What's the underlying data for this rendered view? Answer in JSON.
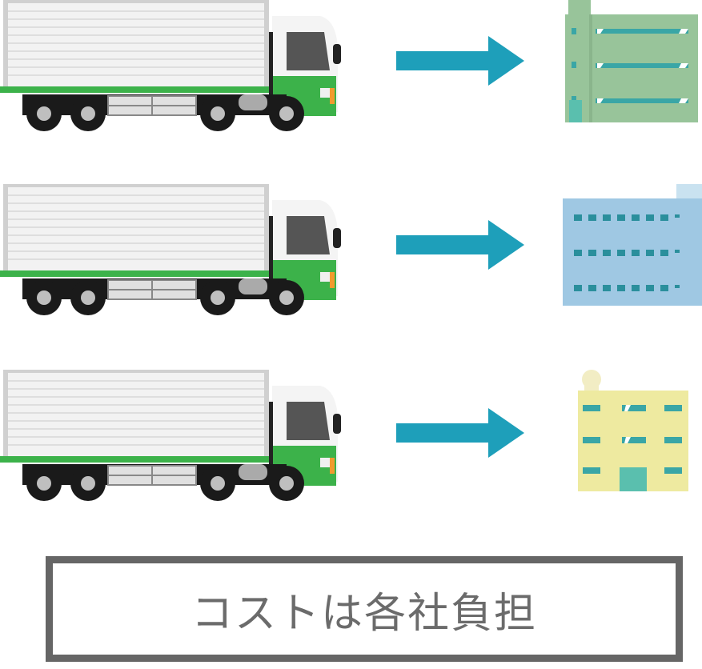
{
  "caption": {
    "text": "コストは各社負担"
  },
  "colors": {
    "arrow": "#1e9fba",
    "truck_green": "#3cb24a",
    "truck_box": "#e9e9e9",
    "building1": "#98c49a",
    "building2": "#9fc8e3",
    "building3": "#eeeaa0",
    "caption_border": "#666666"
  },
  "rows": [
    {
      "building": "factory-building"
    },
    {
      "building": "office-building"
    },
    {
      "building": "apartment-building"
    }
  ]
}
